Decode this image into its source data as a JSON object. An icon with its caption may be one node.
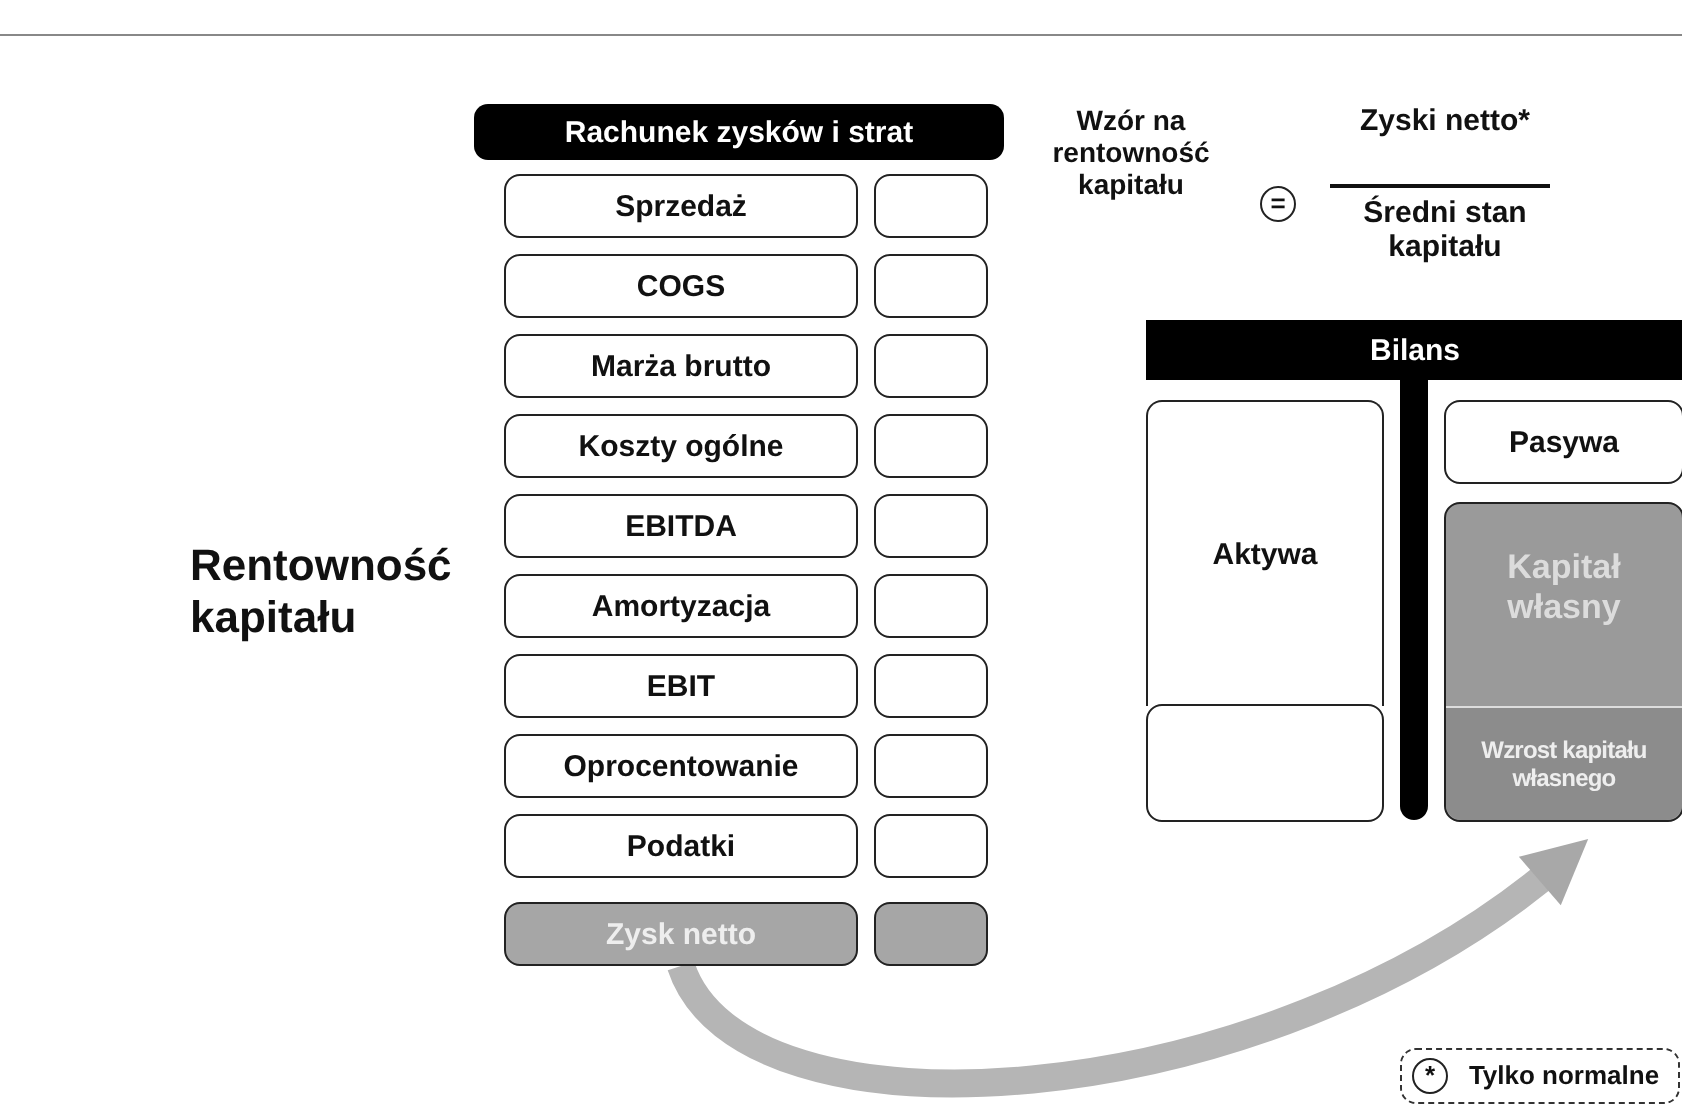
{
  "diagram": {
    "nodes": [
      {
        "text": [
          "Rachunek zysków i strat"
        ]
      },
      {
        "text": [
          "Sprzedaż"
        ]
      },
      {
        "text": [],
        "shape": "box"
      },
      {
        "text": [
          "COGS"
        ]
      },
      {
        "text": [],
        "shape": "box"
      },
      {
        "text": [
          "Marża brutto"
        ]
      },
      {
        "text": [],
        "shape": "box"
      },
      {
        "text": [
          "Koszty ogólne"
        ]
      },
      {
        "text": [],
        "shape": "box"
      },
      {
        "text": [
          "EBITDA"
        ]
      },
      {
        "text": [],
        "shape": "box"
      },
      {
        "text": [
          "Amortyzacja"
        ]
      },
      {
        "text": [],
        "shape": "box"
      },
      {
        "text": [
          "EBIT"
        ]
      },
      {
        "text": [],
        "shape": "box"
      },
      {
        "text": [
          "Oprocentowanie"
        ]
      },
      {
        "text": [],
        "shape": "box"
      },
      {
        "text": [
          "Podatki"
        ]
      },
      {
        "text": [],
        "shape": "box"
      },
      {
        "text": [
          "Zysk netto"
        ]
      },
      {
        "text": [],
        "shape": "box"
      },
      {
        "text": [
          "Bilans"
        ]
      },
      {
        "text": [
          "Aktywa"
        ]
      },
      {
        "text": [],
        "shape": "box"
      },
      {
        "text": [
          "Pasywa"
        ]
      },
      {
        "text": [
          "Kapitał własny"
        ]
      },
      {
        "text": [
          "Wzrost kapitału własnego"
        ],
        "in": 25
      },
      {
        "text": [],
        "shape": "bar"
      }
    ],
    "edges": [
      {
        "from": 19,
        "to": 26,
        "arrow": "to"
      }
    ],
    "labels": [
      "Rentowność kapitału",
      "Wzór na rentowność kapitału",
      "=",
      "Zyski netto*",
      "Średni stan kapitału",
      "*",
      "Tylko normalne"
    ]
  }
}
